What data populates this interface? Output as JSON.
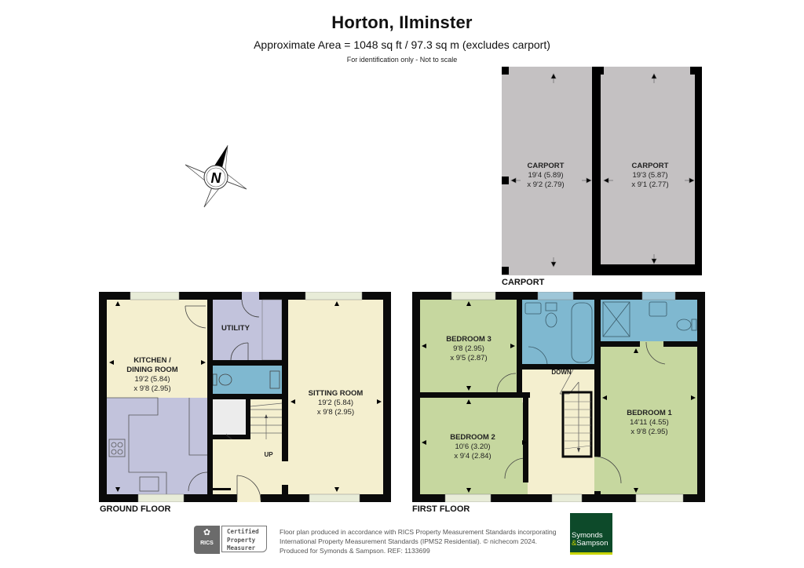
{
  "header": {
    "title": "Horton, Ilminster",
    "area": "Approximate Area = 1048 sq ft / 97.3 sq m (excludes carport)",
    "note": "For identification only - Not to scale"
  },
  "compass": {
    "label": "N"
  },
  "carport": {
    "floor_label": "CARPORT",
    "bays": [
      {
        "name": "CARPORT",
        "dim1": "19'4 (5.89)",
        "dim2": "x 9'2 (2.79)"
      },
      {
        "name": "CARPORT",
        "dim1": "19'3 (5.87)",
        "dim2": "x 9'1 (2.77)"
      }
    ]
  },
  "ground_floor": {
    "floor_label": "GROUND FLOOR",
    "rooms": {
      "kitchen": {
        "name1": "KITCHEN /",
        "name2": "DINING ROOM",
        "dim1": "19'2 (5.84)",
        "dim2": "x 9'8 (2.95)"
      },
      "utility": {
        "name": "UTILITY"
      },
      "sitting": {
        "name": "SITTING ROOM",
        "dim1": "19'2 (5.84)",
        "dim2": "x 9'8 (2.95)"
      },
      "stairs": {
        "label": "UP"
      }
    }
  },
  "first_floor": {
    "floor_label": "FIRST FLOOR",
    "rooms": {
      "bedroom3": {
        "name": "BEDROOM 3",
        "dim1": "9'8 (2.95)",
        "dim2": "x 9'5 (2.87)"
      },
      "bedroom2": {
        "name": "BEDROOM 2",
        "dim1": "10'6 (3.20)",
        "dim2": "x 9'4 (2.84)"
      },
      "bedroom1": {
        "name": "BEDROOM 1",
        "dim1": "14'11 (4.55)",
        "dim2": "x 9'8 (2.95)"
      },
      "stairs": {
        "label": "DOWN"
      }
    }
  },
  "footer": {
    "rics": {
      "logo_text": "RICS",
      "line1": "Certified",
      "line2": "Property",
      "line3": "Measurer"
    },
    "text1": "Floor plan produced in accordance with RICS Property Measurement Standards incorporating",
    "text2": "International Property Measurement Standards (IPMS2 Residential).   © nichecom 2024.",
    "text3": "Produced for Symonds & Sampson.   REF: 1133699",
    "brand": {
      "line1": "Symonds",
      "amp": "&",
      "line2": "Sampson"
    }
  },
  "colors": {
    "wall": "#0a0a0a",
    "carport": "#c4c1c2",
    "living": "#f4efcf",
    "bedroom": "#c6d79f",
    "bathroom": "#7fb8d0",
    "utility": "#c2c3dc",
    "window": "#e8ecd8",
    "brand_green": "#0d4a2a",
    "brand_accent": "#c8d400"
  }
}
